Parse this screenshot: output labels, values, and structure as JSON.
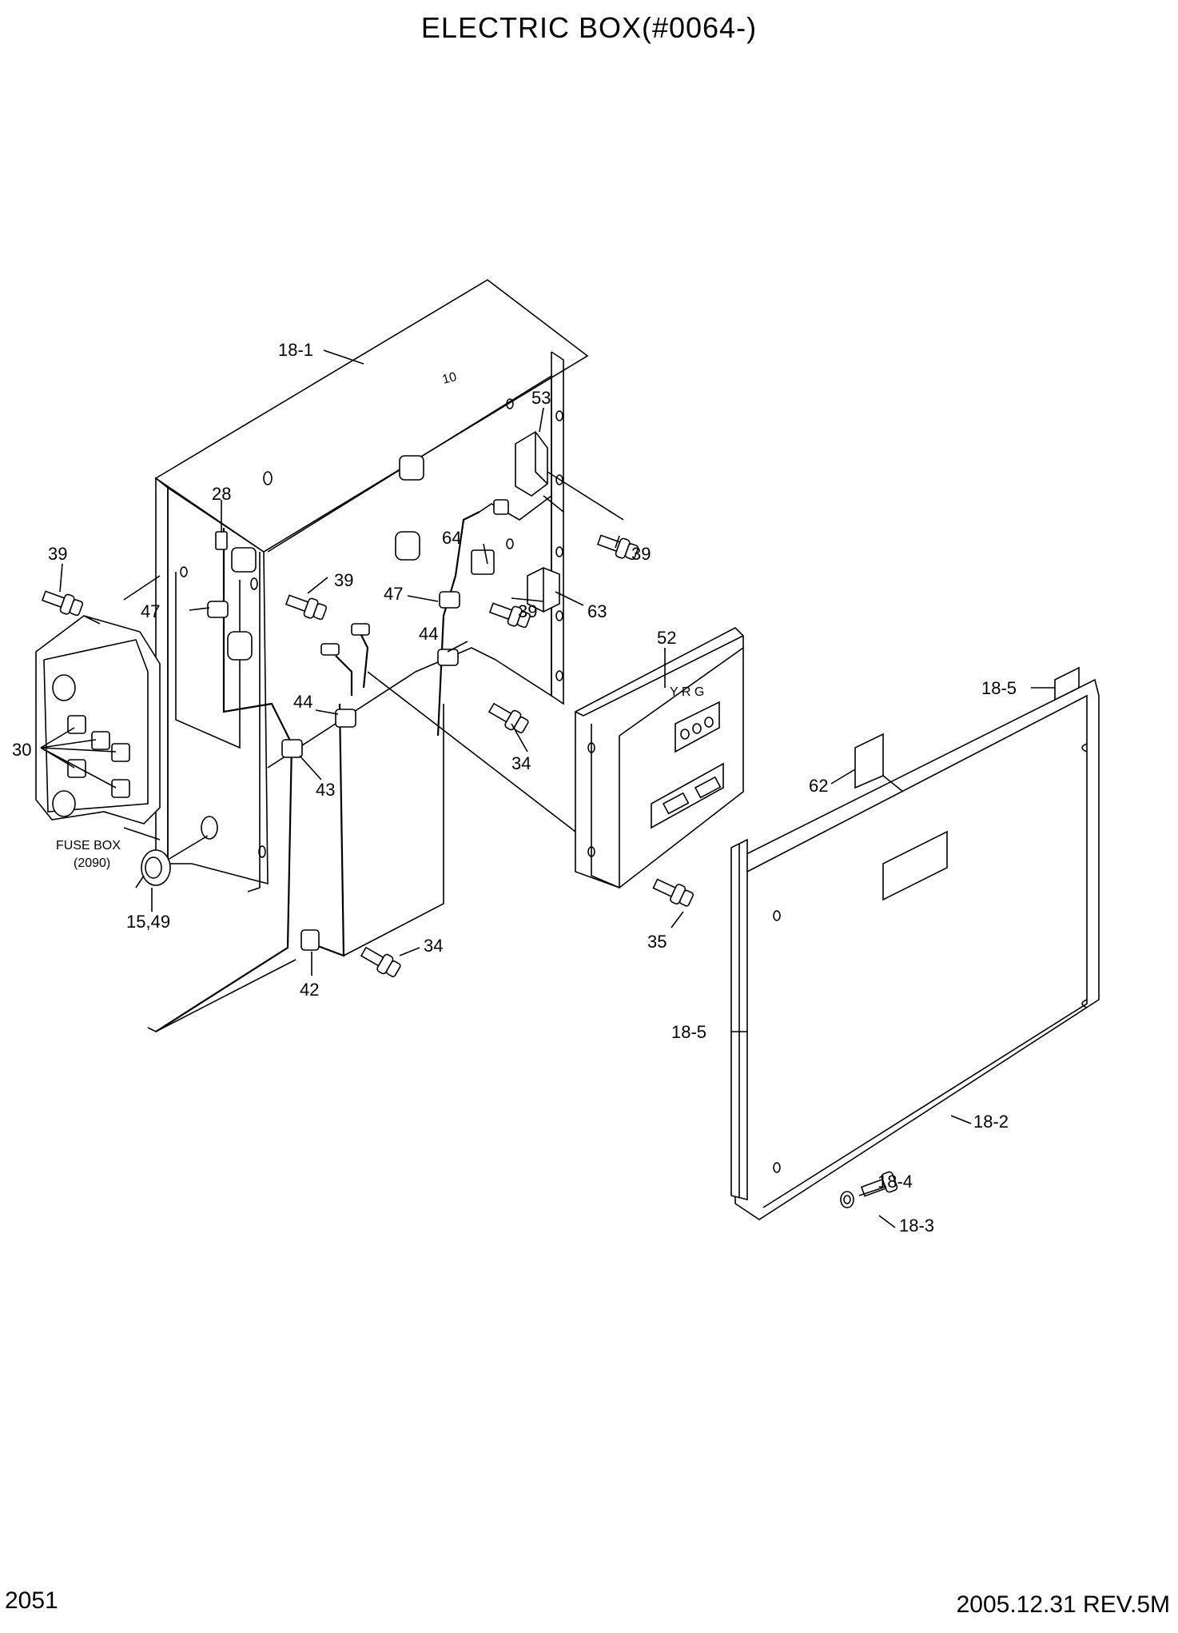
{
  "page": {
    "title": "ELECTRIC BOX(#0064-)",
    "page_number": "2051",
    "revision": "2005.12.31  REV.5M"
  },
  "fuse_box": {
    "label": "FUSE BOX",
    "ref": "(2090)"
  },
  "indicator": {
    "letters": "Y R G"
  },
  "callouts": {
    "c18_1": "18-1",
    "c28": "28",
    "c39_a": "39",
    "c39_b": "39",
    "c39_c": "39",
    "c39_d": "39",
    "c47_a": "47",
    "c47_b": "47",
    "c64": "64",
    "c53": "53",
    "c63": "63",
    "c44_a": "44",
    "c44_b": "44",
    "c43": "43",
    "c34_a": "34",
    "c34_b": "34",
    "c30": "30",
    "c15_49": "15,49",
    "c42": "42",
    "c52": "52",
    "c35": "35",
    "c18_5_a": "18-5",
    "c18_5_b": "18-5",
    "c62": "62",
    "c18_2": "18-2",
    "c18_4": "18-4",
    "c18_3": "18-3"
  }
}
